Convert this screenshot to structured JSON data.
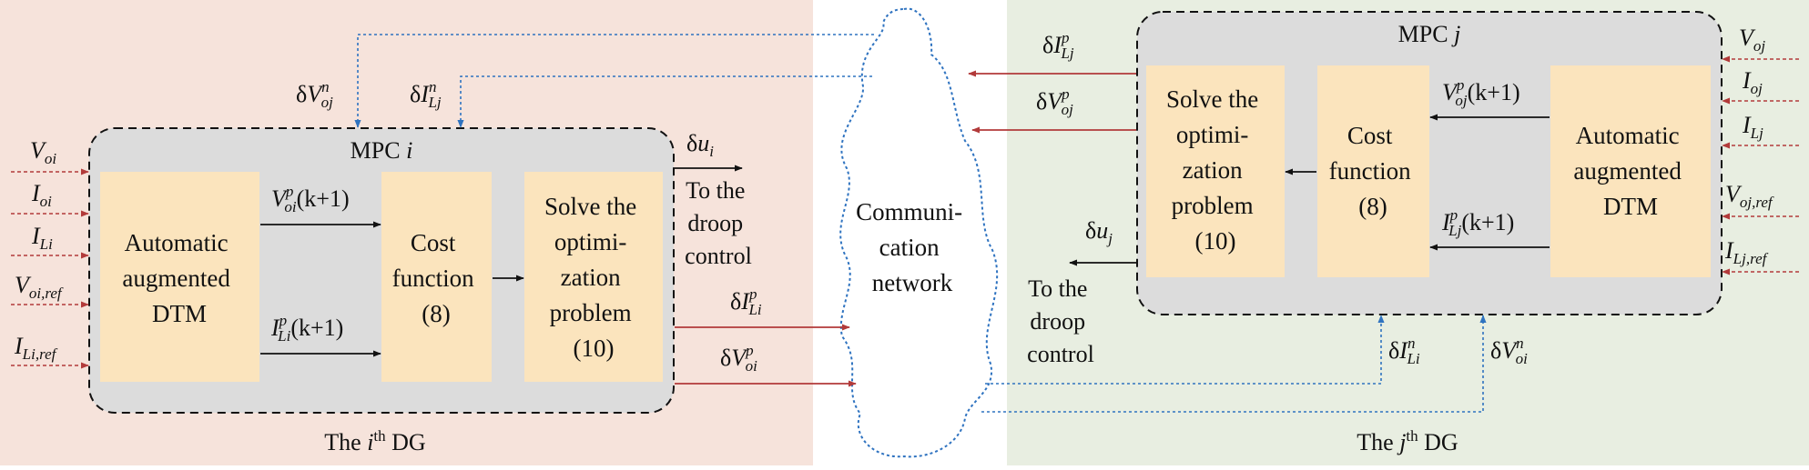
{
  "colors": {
    "panel_i_bg": "#f6e3db",
    "panel_j_bg": "#e8eee1",
    "mpc_box_bg": "#dcdcdc",
    "block_bg": "#fbe4bd",
    "red_arrow": "#b23a3a",
    "blue_dotted": "#2f73c0",
    "black_arrow": "#111111"
  },
  "left_dg": {
    "caption_prefix": "The ",
    "caption_var": "i",
    "caption_sup": "th",
    "caption_suffix": " DG",
    "mpc_title_prefix": "MPC ",
    "mpc_title_var": "i",
    "inputs": [
      {
        "main": "V",
        "sub": "oi"
      },
      {
        "main": "I",
        "sub": "oi"
      },
      {
        "main": "I",
        "sub": "Li"
      },
      {
        "main": "V",
        "sub": "oi,ref"
      },
      {
        "main": "I",
        "sub": "Li,ref"
      }
    ],
    "dtm_block": [
      "Automatic",
      "augmented",
      "DTM"
    ],
    "cost_block": [
      "Cost",
      "function",
      "(8)"
    ],
    "solve_block": [
      "Solve the",
      "optimi-",
      "zation",
      "problem",
      "(10)"
    ],
    "pred_v": {
      "main": "V",
      "sup": "p",
      "sub": "oi",
      "tail": "(k+1)"
    },
    "pred_i": {
      "main": "I",
      "sup": "p",
      "sub": "Li",
      "tail": "(k+1)"
    },
    "control_out": {
      "pre": "δ",
      "main": "u",
      "sub": "i"
    },
    "to_droop": [
      "To the",
      "droop",
      "control"
    ],
    "send_i": {
      "pre": "δ",
      "main": "I",
      "sup": "p",
      "sub": "Li"
    },
    "send_v": {
      "pre": "δ",
      "main": "V",
      "sup": "p",
      "sub": "oi"
    },
    "recv_v": {
      "pre": "δ",
      "main": "V",
      "sup": "n",
      "sub": "oj"
    },
    "recv_i": {
      "pre": "δ",
      "main": "I",
      "sup": "n",
      "sub": "Lj"
    }
  },
  "network": [
    "Communi-",
    "cation",
    "network"
  ],
  "right_dg": {
    "caption_prefix": "The ",
    "caption_var": "j",
    "caption_sup": "th",
    "caption_suffix": " DG",
    "mpc_title_prefix": "MPC ",
    "mpc_title_var": "j",
    "inputs": [
      {
        "main": "V",
        "sub": "oj"
      },
      {
        "main": "I",
        "sub": "oj"
      },
      {
        "main": "I",
        "sub": "Lj"
      },
      {
        "main": "V",
        "sub": "oj,ref"
      },
      {
        "main": "I",
        "sub": "Lj,ref"
      }
    ],
    "dtm_block": [
      "Automatic",
      "augmented",
      "DTM"
    ],
    "cost_block": [
      "Cost",
      "function",
      "(8)"
    ],
    "solve_block": [
      "Solve the",
      "optimi-",
      "zation",
      "problem",
      "(10)"
    ],
    "pred_v": {
      "main": "V",
      "sup": "p",
      "sub": "oj",
      "tail": "(k+1)"
    },
    "pred_i": {
      "main": "I",
      "sup": "p",
      "sub": "Lj",
      "tail": "(k+1)"
    },
    "control_out": {
      "pre": "δ",
      "main": "u",
      "sub": "j"
    },
    "to_droop": [
      "To the",
      "droop",
      "control"
    ],
    "send_i": {
      "pre": "δ",
      "main": "I",
      "sup": "p",
      "sub": "Lj"
    },
    "send_v": {
      "pre": "δ",
      "main": "V",
      "sup": "p",
      "sub": "oj"
    },
    "recv_i": {
      "pre": "δ",
      "main": "I",
      "sup": "n",
      "sub": "Li"
    },
    "recv_v": {
      "pre": "δ",
      "main": "V",
      "sup": "n",
      "sub": "oi"
    }
  }
}
